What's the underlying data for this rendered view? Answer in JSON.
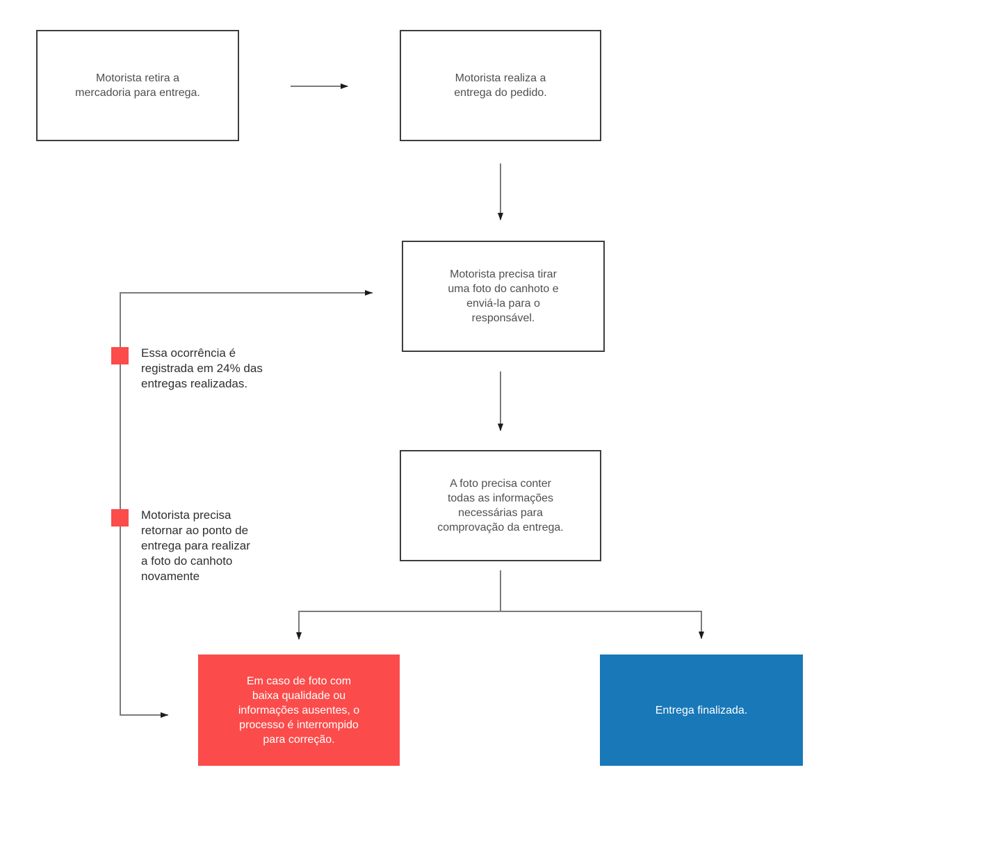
{
  "palette": {
    "alert_red": "#fb4b4b",
    "success_blue": "#1878b8",
    "node_border": "#3d3d3d",
    "node_text": "#4f4f4f",
    "annotation_text": "#2f2f2f",
    "connector_gray": "#7a7a7a",
    "arrowhead_black": "#1c1c1c",
    "background": "#ffffff"
  },
  "diagram": {
    "type": "flowchart",
    "nodes": {
      "pickup": {
        "kind": "process",
        "label": "Motorista retira a\nmercadoria para entrega."
      },
      "deliver": {
        "kind": "process",
        "label": "Motorista realiza a\nentrega do pedido."
      },
      "photo": {
        "kind": "process",
        "label": "Motorista precisa tirar\numa foto do canhoto e\nenviá-la para o\nresponsável."
      },
      "requirements": {
        "kind": "process",
        "label": "A foto precisa conter\ntodas as informações\nnecessárias para\ncomprovação da entrega."
      },
      "interrupted": {
        "kind": "alert",
        "color": "#fb4b4b",
        "label": "Em caso de foto com\nbaixa qualidade ou\ninformações ausentes, o\nprocesso é interrompido\npara correção."
      },
      "finished": {
        "kind": "success",
        "color": "#1878b8",
        "label": "Entrega finalizada."
      }
    },
    "annotations": {
      "occurrence_rate": {
        "marker_color": "#fb4b4b",
        "text": "Essa ocorrência é\nregistrada em 24% das\nentregas realizadas."
      },
      "return_note": {
        "marker_color": "#fb4b4b",
        "text": "Motorista precisa\nretornar ao ponto de\nentrega para realizar\na foto do canhoto\nnovamente"
      }
    },
    "edges": [
      {
        "from": "pickup",
        "to": "deliver"
      },
      {
        "from": "deliver",
        "to": "photo"
      },
      {
        "from": "photo",
        "to": "requirements"
      },
      {
        "from": "requirements",
        "to": "interrupted"
      },
      {
        "from": "requirements",
        "to": "finished"
      },
      {
        "from": "interrupted",
        "to": "photo",
        "kind": "loop-back"
      }
    ]
  }
}
